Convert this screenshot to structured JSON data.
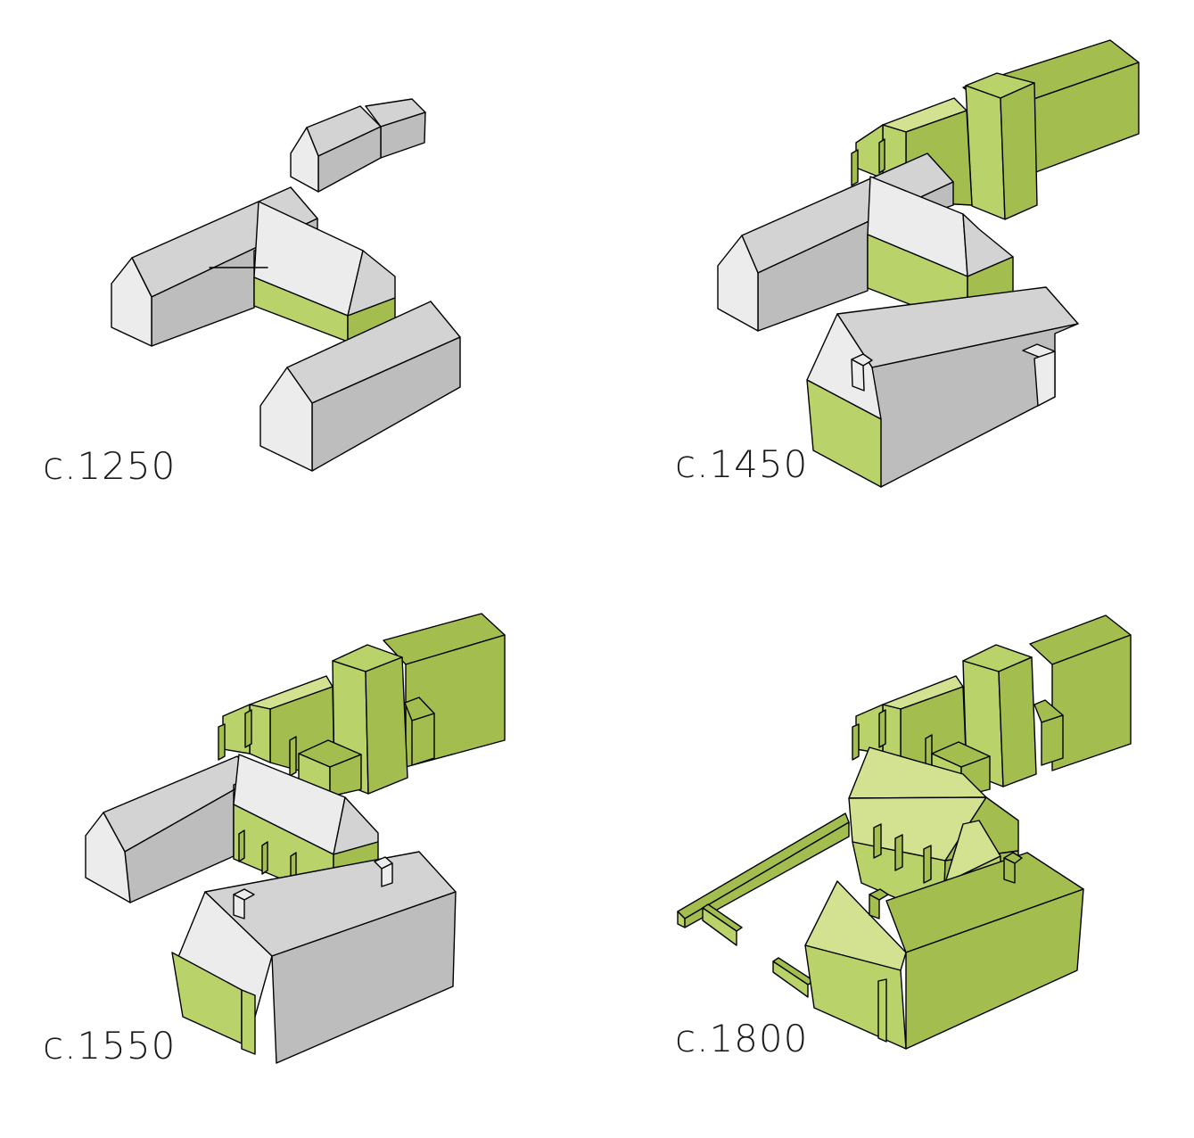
{
  "colors": {
    "grey_light": "#ececec",
    "grey_mid": "#d3d3d3",
    "grey_dark": "#bdbdbd",
    "green_light": "#b9d36a",
    "green_mid": "#a3be4f",
    "green_pale": "#d3e290"
  },
  "panels": [
    {
      "label": "c.1250"
    },
    {
      "label": "c.1450"
    },
    {
      "label": "c.1550"
    },
    {
      "label": "c.1800"
    }
  ]
}
